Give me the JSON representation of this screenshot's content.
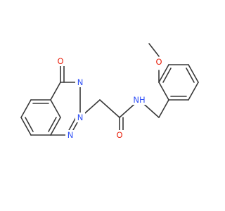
{
  "colors": {
    "bond": "#383838",
    "oxygen": "#e8200c",
    "nitrogen": "#2f50f7",
    "background": "#ffffff"
  },
  "atoms": {
    "carbonyl_oxygen": "O",
    "triazinone_n3": "N",
    "triazine_n2": "N",
    "triazine_n1": "N",
    "amide_oxygen": "O",
    "amide_nh": "NH",
    "methoxy_oxygen": "O"
  }
}
